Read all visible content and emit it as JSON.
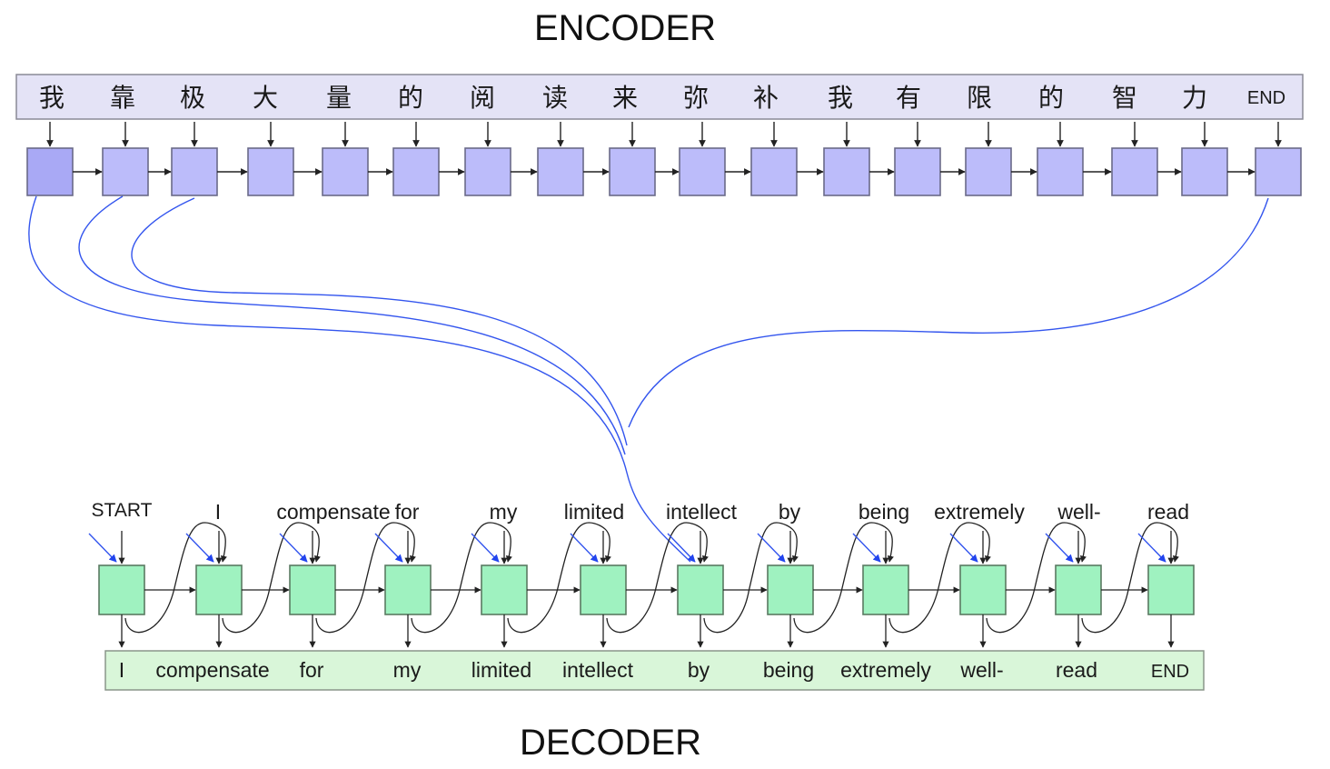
{
  "encoder": {
    "title": "ENCODER",
    "tokens": [
      "我",
      "靠",
      "极",
      "大",
      "量",
      "的",
      "阅",
      "读",
      "来",
      "弥",
      "补",
      "我",
      "有",
      "限",
      "的",
      "智",
      "力",
      "END"
    ]
  },
  "decoder": {
    "title": "DECODER",
    "inputs": [
      "START",
      "I",
      "compensate",
      "for",
      "my",
      "limited",
      "intellect",
      "by",
      "being",
      "extremely",
      "well-",
      "read"
    ],
    "outputs": [
      "I",
      "compensate",
      "for",
      "my",
      "limited",
      "intellect",
      "by",
      "being",
      "extremely",
      "well-",
      "read",
      "END"
    ]
  },
  "colors": {
    "encoder_cell": "#bcbcfa",
    "encoder_cell_first": "#a9a9f5",
    "encoder_band": "#e4e3f6",
    "decoder_cell": "#9ff2c0",
    "decoder_band": "#d9f6d9",
    "attention": "#3355ee",
    "arrow": "#333333"
  }
}
